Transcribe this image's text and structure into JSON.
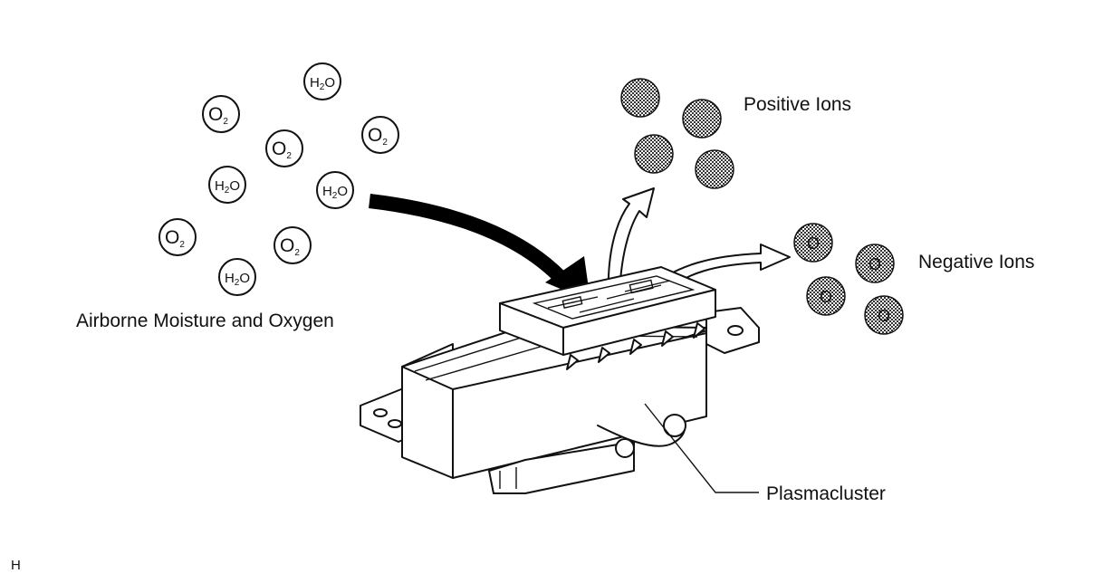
{
  "labels": {
    "airborne": "Airborne Moisture and Oxygen",
    "positive": "Positive Ions",
    "negative": "Negative Ions",
    "plasmacluster": "Plasmacluster",
    "corner": "H"
  },
  "molecules": {
    "oxygen": {
      "base": "O",
      "sub": "2"
    },
    "water": {
      "pre": "H",
      "sub": "2",
      "post": "O"
    }
  },
  "negative_ion_symbol": "O",
  "colors": {
    "ink": "#111111",
    "background": "#ffffff",
    "ion_fill": "#888888"
  }
}
